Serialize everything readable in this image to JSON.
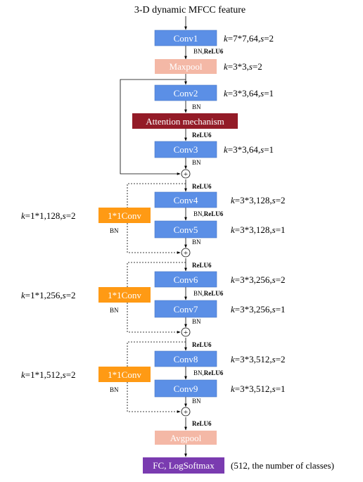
{
  "title": "3-D dynamic MFCC feature",
  "colors": {
    "conv": "#5b8fe6",
    "pool": "#f4b8a6",
    "attention": "#931b27",
    "shortcut_conv": "#ff9a14",
    "fc": "#7a3bb0"
  },
  "blocks": {
    "conv1": "Conv1",
    "maxpool": "Maxpool",
    "conv2": "Conv2",
    "attention": "Attention mechanism",
    "conv3": "Conv3",
    "conv4": "Conv4",
    "conv5": "Conv5",
    "conv6": "Conv6",
    "conv7": "Conv7",
    "conv8": "Conv8",
    "conv9": "Conv9",
    "avgpool": "Avgpool",
    "fc": "FC, LogSoftmax"
  },
  "shortcut_convs": [
    "1*1Conv",
    "1*1Conv",
    "1*1Conv"
  ],
  "params": {
    "conv1": "=7*7,64,",
    "conv1_s": "=2",
    "maxpool": "=3*3,",
    "maxpool_s": "=2",
    "conv2": "=3*3,64,",
    "conv2_s": "=1",
    "conv3": "=3*3,64,",
    "conv3_s": "=1",
    "conv4": "=3*3,128,",
    "conv4_s": "=2",
    "conv5": "=3*3,128,",
    "conv5_s": "=1",
    "conv6": "=3*3,256,",
    "conv6_s": "=2",
    "conv7": "=3*3,256,",
    "conv7_s": "=1",
    "conv8": "=3*3,512,",
    "conv8_s": "=2",
    "conv9": "=3*3,512,",
    "conv9_s": "=1",
    "sc1": "=1*1,128,",
    "sc1_s": "=2",
    "sc2": "=1*1,256,",
    "sc2_s": "=2",
    "sc3": "=1*1,512,",
    "sc3_s": "=2"
  },
  "param_k": "k",
  "param_s": "s",
  "labels": {
    "bn": "BN",
    "bn_prefix": "BN,",
    "relu6": "ReLU6",
    "plus": "+",
    "classes": "(512, the number of classes)"
  }
}
